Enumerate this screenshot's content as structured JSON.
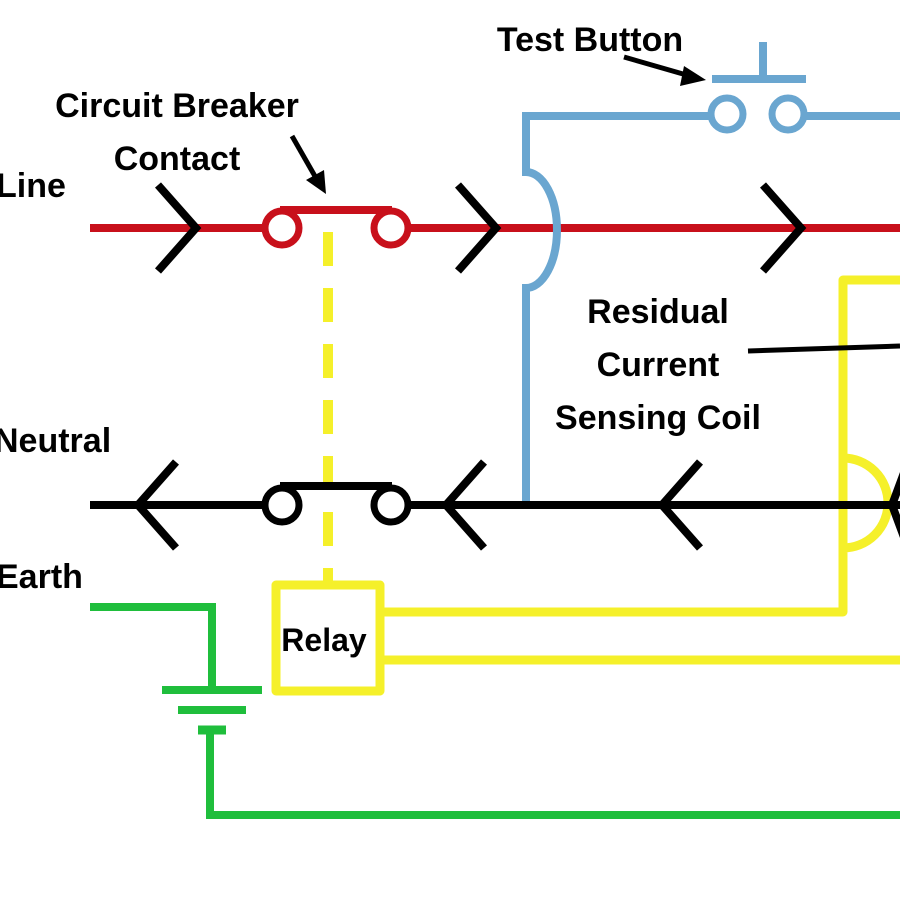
{
  "labels": {
    "test_button": "Test Button",
    "breaker_line1": "Circuit Breaker",
    "breaker_line2": "Contact",
    "line": "Line",
    "neutral": "Neutral",
    "earth": "Earth",
    "relay": "Relay",
    "coil_line1": "Residual",
    "coil_line2": "Current",
    "coil_line3": "Sensing Coil"
  },
  "colors": {
    "line_wire": "#c8101b",
    "neutral_wire": "#000000",
    "earth_wire": "#1fbe3c",
    "relay_wire": "#f5f02a",
    "test_wire": "#6aa6d0",
    "text": "#000000"
  }
}
